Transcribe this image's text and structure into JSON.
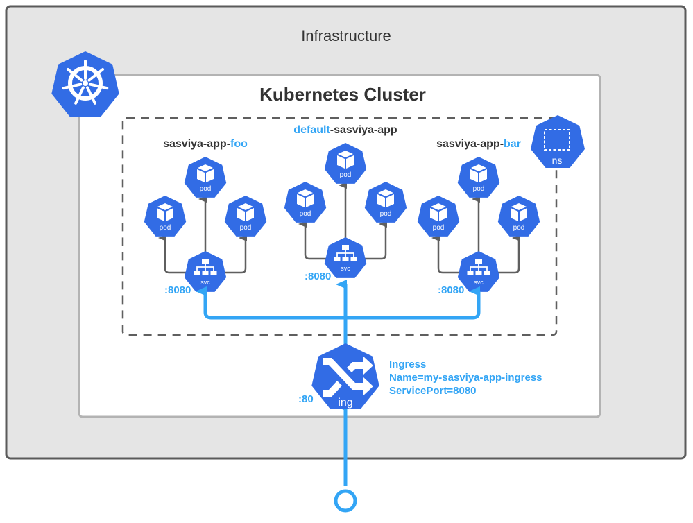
{
  "colors": {
    "k8s_blue": "#326ce5",
    "accent_blue": "#33a5f5",
    "arrow_gray": "#5f5f5f",
    "infra_fill": "#e5e5e5",
    "infra_border": "#5a5a5a",
    "cluster_border": "#b3b3b3",
    "text_dark": "#333333"
  },
  "infrastructure": {
    "title": "Infrastructure"
  },
  "cluster": {
    "title": "Kubernetes Cluster",
    "logo_icon": "kubernetes-helm-wheel-icon"
  },
  "namespace_box": {
    "icon_label": "ns",
    "icon": "namespace-icon"
  },
  "namespaces": [
    {
      "name_prefix": "sasviya-app-",
      "name_suffix": "foo",
      "pods": [
        "pod",
        "pod",
        "pod"
      ],
      "service_label": "svc",
      "port": ":8080"
    },
    {
      "name_prefix": "default",
      "name_suffix": "-sasviya-app",
      "pods": [
        "pod",
        "pod",
        "pod"
      ],
      "service_label": "svc",
      "port": ":8080"
    },
    {
      "name_prefix": "sasviya-app-",
      "name_suffix": "bar",
      "pods": [
        "pod",
        "pod",
        "pod"
      ],
      "service_label": "svc",
      "port": ":8080"
    }
  ],
  "ingress": {
    "icon_label": "ing",
    "port": ":80",
    "info": [
      "Ingress",
      "Name=my-sasviya-app-ingress",
      "ServicePort=8080"
    ]
  }
}
